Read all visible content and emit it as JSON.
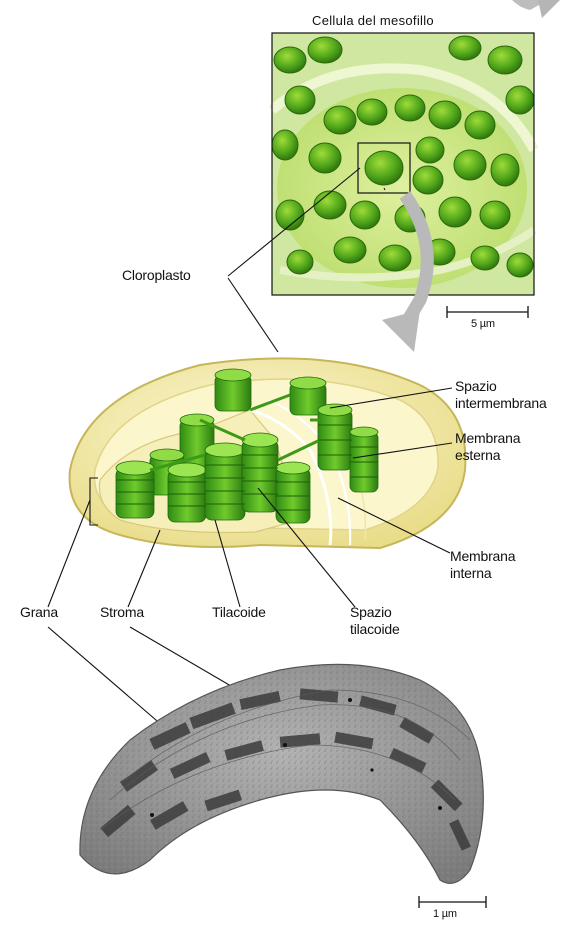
{
  "title": "Cellula del mesofillo",
  "labels": {
    "cloroplasto": "Cloroplasto",
    "spazio_intermembrana": "Spazio intermembrana",
    "membrana_esterna": "Membrana esterna",
    "membrana_interna": "Membrana interna",
    "grana": "Grana",
    "stroma": "Stroma",
    "tilacoide": "Tilacoide",
    "spazio_tilacoide": "Spazio tilacoide"
  },
  "scale_bars": {
    "micrograph_top": "5 µm",
    "micrograph_bottom": "1 µm"
  },
  "colors": {
    "leaf_green": "#5fae1e",
    "dark_green": "#2f7d12",
    "envelope": "#f3ecb0",
    "arrow_gray": "#b9b9b9",
    "em_gray": "#8a8a8a"
  }
}
